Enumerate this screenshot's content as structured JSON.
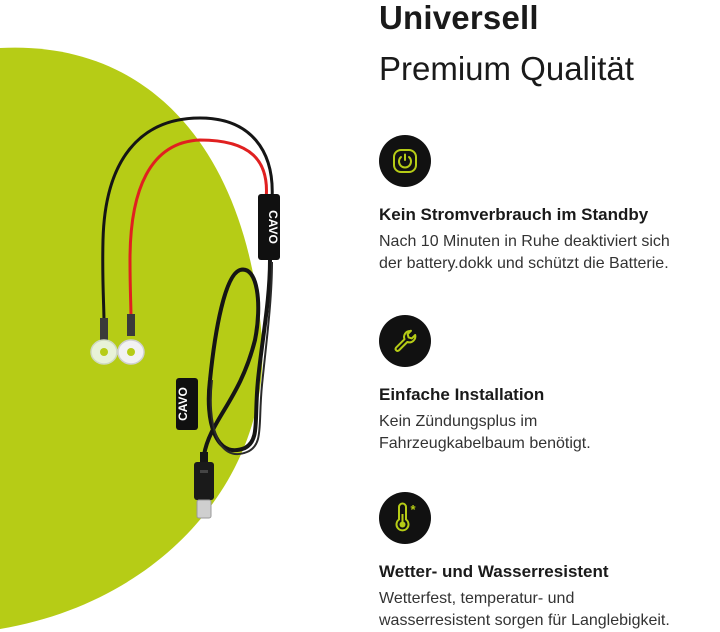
{
  "header": {
    "title": "Universell",
    "subtitle": "Premium Qualität"
  },
  "product": {
    "brand_label_upper": "CAVO",
    "brand_label_lower": "CAVO"
  },
  "features": [
    {
      "icon": "power-icon",
      "title": "Kein Stromverbrauch im Standby",
      "desc_line1": "Nach 10 Minuten in Ruhe deaktiviert sich",
      "desc_line2": "der battery.dokk und schützt die Batterie."
    },
    {
      "icon": "wrench-icon",
      "title": "Einfache Installation",
      "desc_line1": "Kein Zündungsplus im",
      "desc_line2": "Fahrzeugkabelbaum benötigt."
    },
    {
      "icon": "thermometer-icon",
      "title": "Wetter- und Wasserresistent",
      "desc_line1": "Wetterfest, temperatur- und",
      "desc_line2": "wasserresistent sorgen für Langlebigkeit."
    }
  ],
  "colors": {
    "accent": "#b6cc16",
    "icon_bg": "#111111",
    "cable_red": "#e02020",
    "cable_black": "#151515"
  }
}
